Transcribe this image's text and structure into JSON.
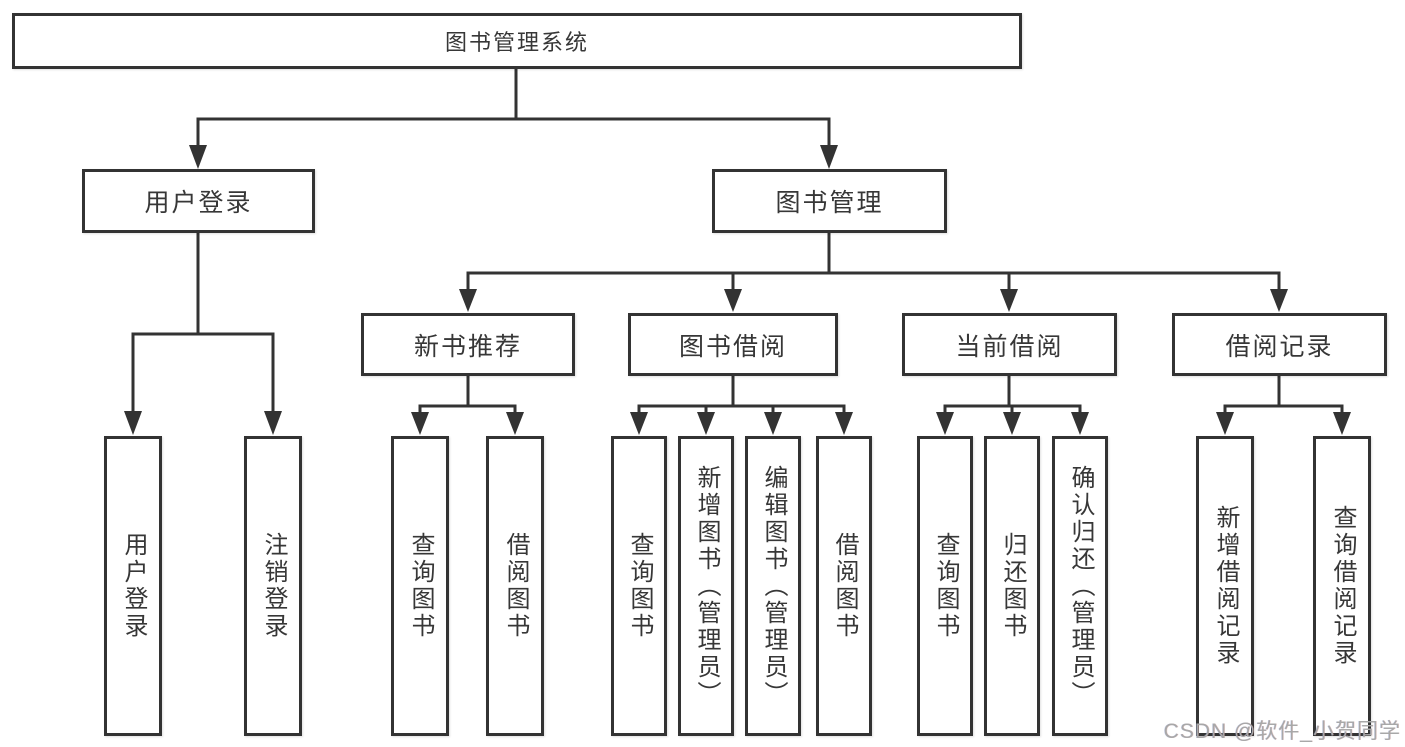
{
  "colors": {
    "line": "#333333",
    "box_border": "#333333",
    "text": "#373737",
    "watermark": "#a8a8a8",
    "background": "#ffffff"
  },
  "nodes": {
    "root": {
      "label": "图书管理系统"
    },
    "level2": [
      {
        "label": "用户登录"
      },
      {
        "label": "图书管理"
      }
    ],
    "level3": [
      {
        "label": "新书推荐"
      },
      {
        "label": "图书借阅"
      },
      {
        "label": "当前借阅"
      },
      {
        "label": "借阅记录"
      }
    ],
    "leaves": [
      {
        "label": "用户登录"
      },
      {
        "label": "注销登录"
      },
      {
        "label": "查询图书"
      },
      {
        "label": "借阅图书"
      },
      {
        "label": "查询图书"
      },
      {
        "label": "新增图书（管理员）"
      },
      {
        "label": "编辑图书（管理员）"
      },
      {
        "label": "借阅图书"
      },
      {
        "label": "查询图书"
      },
      {
        "label": "归还图书"
      },
      {
        "label": "确认归还（管理员）"
      },
      {
        "label": "新增借阅记录"
      },
      {
        "label": "查询借阅记录"
      }
    ]
  },
  "watermark": {
    "text": "CSDN @软件_小贺同学"
  }
}
